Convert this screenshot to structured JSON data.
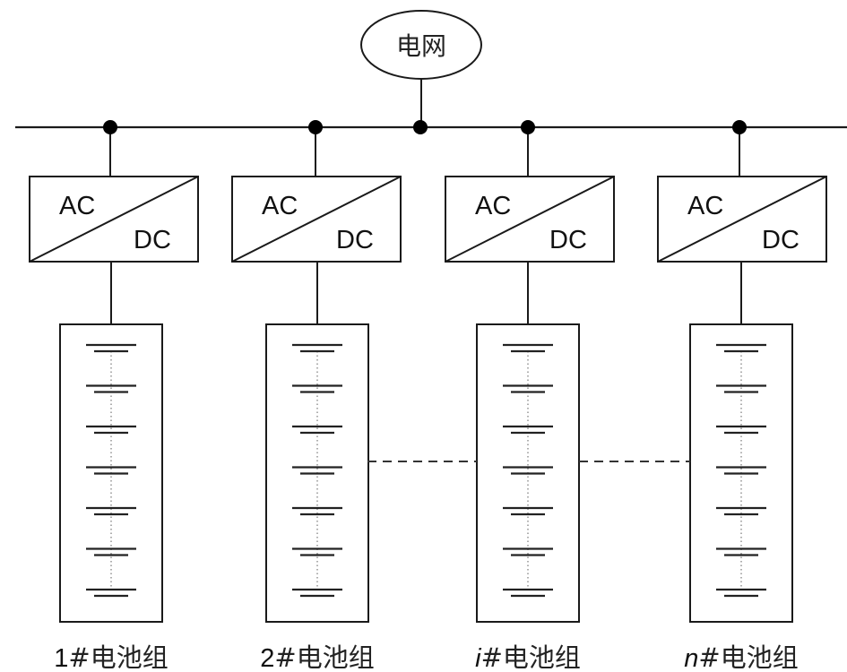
{
  "grid": {
    "label": "电网"
  },
  "converter": {
    "ac_label": "AC",
    "dc_label": "DC"
  },
  "battery_groups": [
    {
      "prefix": "1",
      "prefix_italic": false,
      "suffix": "#电池组"
    },
    {
      "prefix": "2",
      "prefix_italic": false,
      "suffix": "#电池组"
    },
    {
      "prefix": "i",
      "prefix_italic": true,
      "suffix": "#电池组"
    },
    {
      "prefix": "n",
      "prefix_italic": true,
      "suffix": "#电池组"
    }
  ],
  "cells_per_group": 7,
  "colors": {
    "line": "#1a1a1a",
    "dots": "#000000",
    "cell_link": "#9a9a9a"
  }
}
